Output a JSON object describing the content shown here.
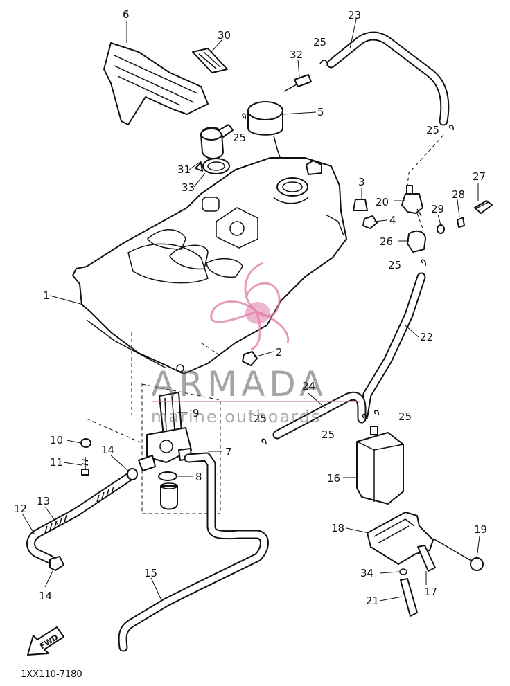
{
  "diagram_code": "1XX110-7180",
  "fwd_label": "FWD",
  "watermark": {
    "brand": "ARMADA",
    "tagline": "marine outboards"
  },
  "callouts": [
    {
      "id": "1",
      "text": "1"
    },
    {
      "id": "2",
      "text": "2"
    },
    {
      "id": "3",
      "text": "3"
    },
    {
      "id": "4",
      "text": "4"
    },
    {
      "id": "5",
      "text": "5"
    },
    {
      "id": "6",
      "text": "6"
    },
    {
      "id": "7",
      "text": "7"
    },
    {
      "id": "8",
      "text": "8"
    },
    {
      "id": "9",
      "text": "9"
    },
    {
      "id": "10",
      "text": "10"
    },
    {
      "id": "11",
      "text": "11"
    },
    {
      "id": "12",
      "text": "12"
    },
    {
      "id": "13",
      "text": "13"
    },
    {
      "id": "14a",
      "text": "14"
    },
    {
      "id": "14b",
      "text": "14"
    },
    {
      "id": "15",
      "text": "15"
    },
    {
      "id": "16",
      "text": "16"
    },
    {
      "id": "17",
      "text": "17"
    },
    {
      "id": "18",
      "text": "18"
    },
    {
      "id": "19",
      "text": "19"
    },
    {
      "id": "20",
      "text": "20"
    },
    {
      "id": "21",
      "text": "21"
    },
    {
      "id": "22",
      "text": "22"
    },
    {
      "id": "23",
      "text": "23"
    },
    {
      "id": "24",
      "text": "24"
    },
    {
      "id": "25a",
      "text": "25"
    },
    {
      "id": "25b",
      "text": "25"
    },
    {
      "id": "25c",
      "text": "25"
    },
    {
      "id": "25d",
      "text": "25"
    },
    {
      "id": "25e",
      "text": "25"
    },
    {
      "id": "25f",
      "text": "25"
    },
    {
      "id": "25g",
      "text": "25"
    },
    {
      "id": "26",
      "text": "26"
    },
    {
      "id": "27",
      "text": "27"
    },
    {
      "id": "28",
      "text": "28"
    },
    {
      "id": "29",
      "text": "29"
    },
    {
      "id": "30",
      "text": "30"
    },
    {
      "id": "31",
      "text": "31"
    },
    {
      "id": "32",
      "text": "32"
    },
    {
      "id": "33",
      "text": "33"
    },
    {
      "id": "34",
      "text": "34"
    }
  ]
}
